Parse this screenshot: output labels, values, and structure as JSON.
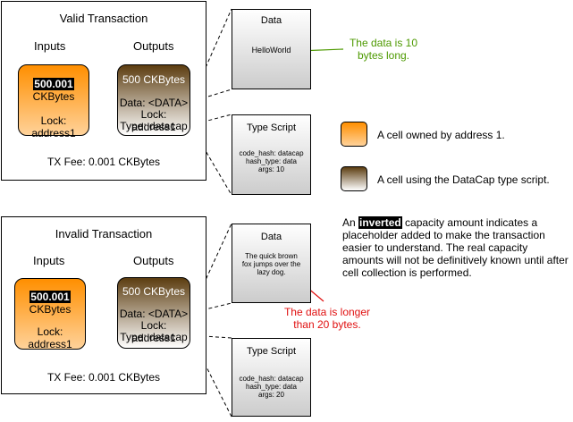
{
  "valid": {
    "title": "Valid Transaction",
    "inputs_label": "Inputs",
    "outputs_label": "Outputs",
    "input_cell": {
      "amount": "500.001",
      "unit": "CKBytes",
      "lock": "Lock: address1"
    },
    "output_cell": {
      "amount": "500 CKBytes",
      "data": "Data: <DATA>",
      "lock": "Lock: address1",
      "type": "Type: datacap"
    },
    "fee": "TX Fee: 0.001 CKBytes",
    "data_box": {
      "title": "Data",
      "content": "HelloWorld"
    },
    "type_box": {
      "title": "Type Script",
      "lines": [
        "code_hash: datacap",
        "hash_type: data",
        "args: 10"
      ]
    },
    "annotation": "The data is 10 bytes long."
  },
  "invalid": {
    "title": "Invalid Transaction",
    "inputs_label": "Inputs",
    "outputs_label": "Outputs",
    "input_cell": {
      "amount": "500.001",
      "unit": "CKBytes",
      "lock": "Lock: address1"
    },
    "output_cell": {
      "amount": "500 CKBytes",
      "data": "Data: <DATA>",
      "lock": "Lock: address1",
      "type": "Type: datacap"
    },
    "fee": "TX Fee: 0.001 CKBytes",
    "data_box": {
      "title": "Data",
      "content": "The quick brown fox jumps over the lazy dog."
    },
    "type_box": {
      "title": "Type Script",
      "lines": [
        "code_hash: datacap",
        "hash_type: data",
        "args: 20"
      ]
    },
    "annotation": "The data is longer than 20 bytes."
  },
  "legend": {
    "orange_label": "A cell owned by address 1.",
    "brown_label": "A cell using the DataCap type script."
  },
  "note": {
    "prefix": "An ",
    "highlight": "inverted",
    "rest": " capacity amount indicates a placeholder added to make the transaction easier to understand. The real capacity amounts will not be definitively known until after cell collection is performed."
  },
  "colors": {
    "orange_top": "#ff8f00",
    "orange_bottom": "#ffd29a",
    "brown_top": "#5c3d10",
    "green_annotation": "#4d9900",
    "red_annotation": "#e01010"
  }
}
